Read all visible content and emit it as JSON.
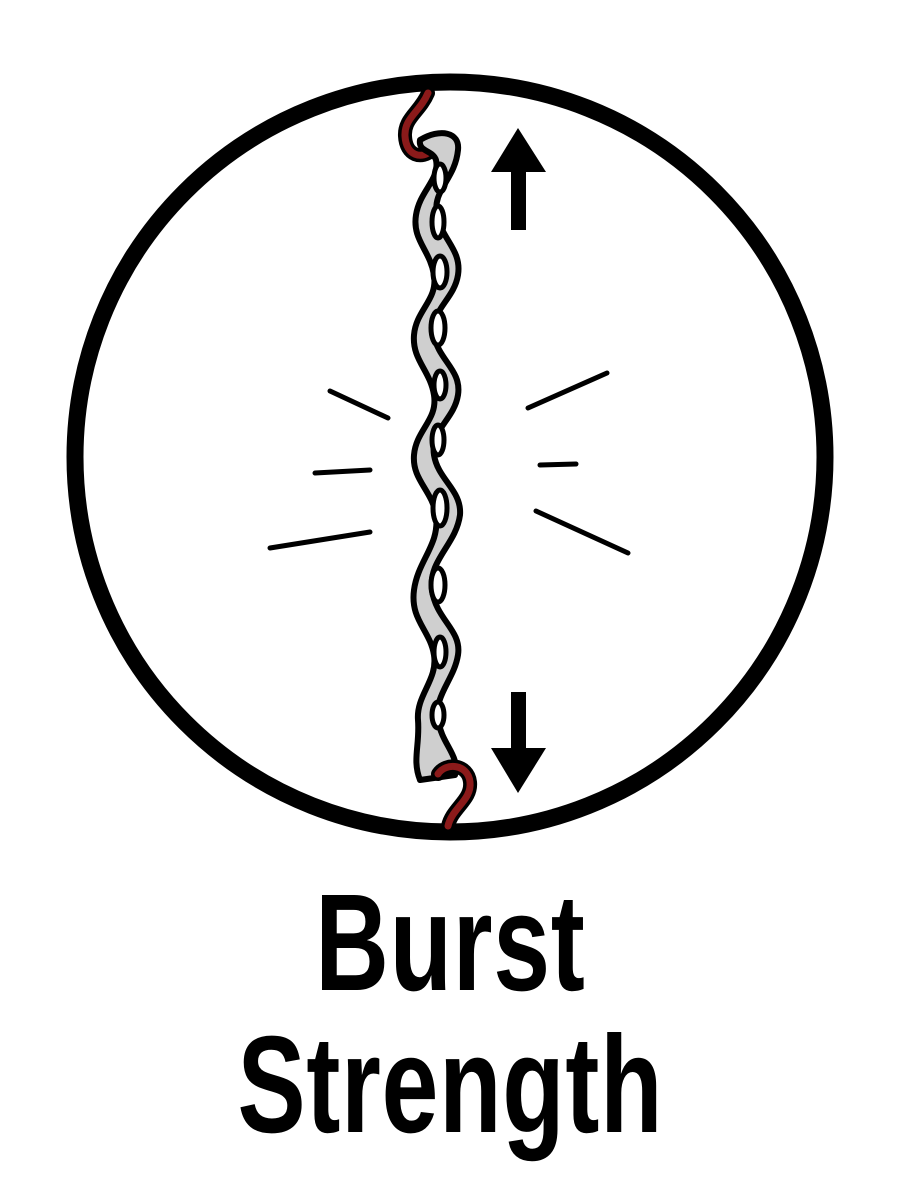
{
  "caption": {
    "line1": "Burst",
    "line2": "Strength"
  },
  "icon": {
    "name": "burst-strength-icon",
    "components": [
      "circle-frame",
      "twisted-chain",
      "up-arrow-icon",
      "down-arrow-icon",
      "tension-lines"
    ]
  },
  "colors": {
    "outline": "#000000",
    "chain_fill": "#cfcfcf",
    "hook": "#8b1a1a",
    "background": "#ffffff"
  }
}
